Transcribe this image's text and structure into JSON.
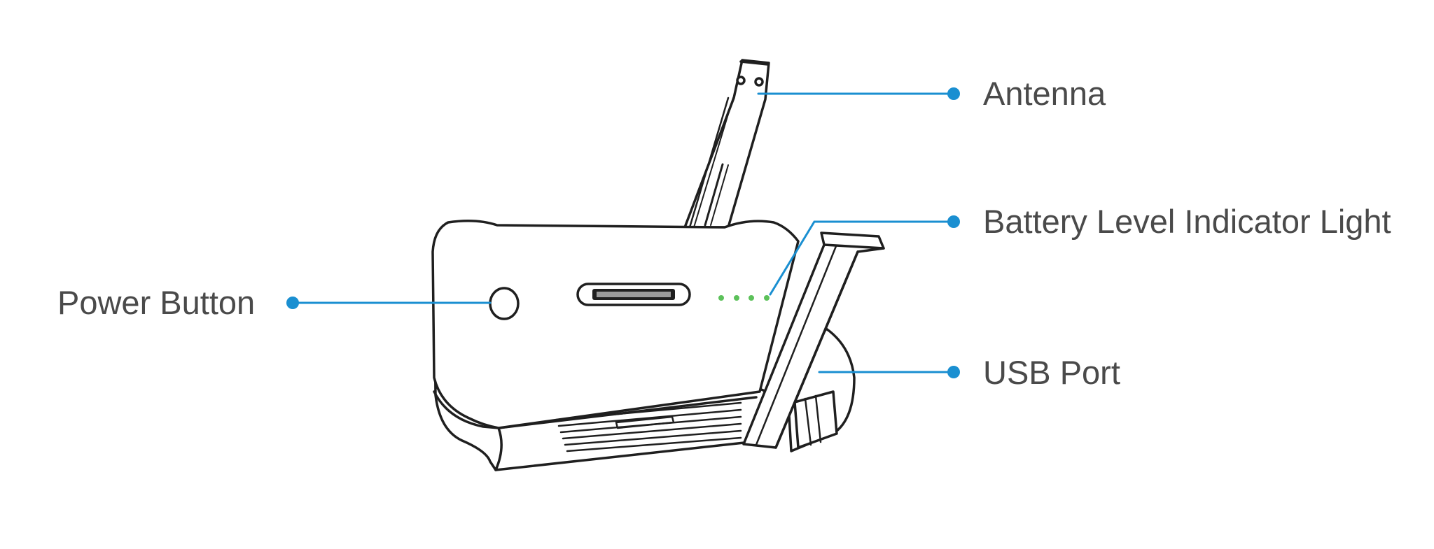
{
  "diagram": {
    "callouts": {
      "antenna": "Antenna",
      "battery_indicator": "Battery Level Indicator Light",
      "power_button": "Power Button",
      "usb_port": "USB Port"
    },
    "colors": {
      "leader_line": "#1a8fd1",
      "outline": "#1f1f1f",
      "label_text": "#4a4a4a",
      "indicator_led": "#5cc15a"
    }
  }
}
